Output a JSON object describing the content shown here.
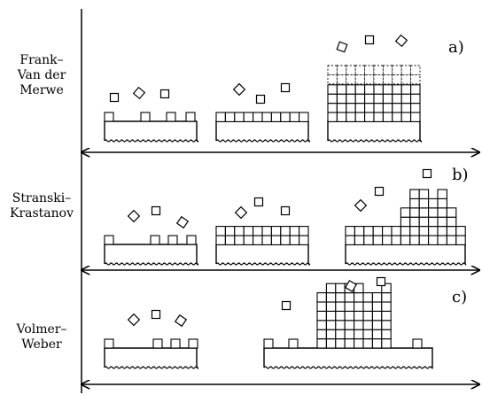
{
  "rows": [
    {
      "id": "frank-van-der-merwe",
      "label_lines": [
        "Frank–",
        "Van der",
        "Merwe"
      ],
      "panel_label": "a)"
    },
    {
      "id": "stranski-krastanov",
      "label_lines": [
        "Stranski–",
        "Krastanov"
      ],
      "panel_label": "b)"
    },
    {
      "id": "volmer-weber",
      "label_lines": [
        "Volmer–",
        "Weber"
      ],
      "panel_label": "c)"
    }
  ]
}
